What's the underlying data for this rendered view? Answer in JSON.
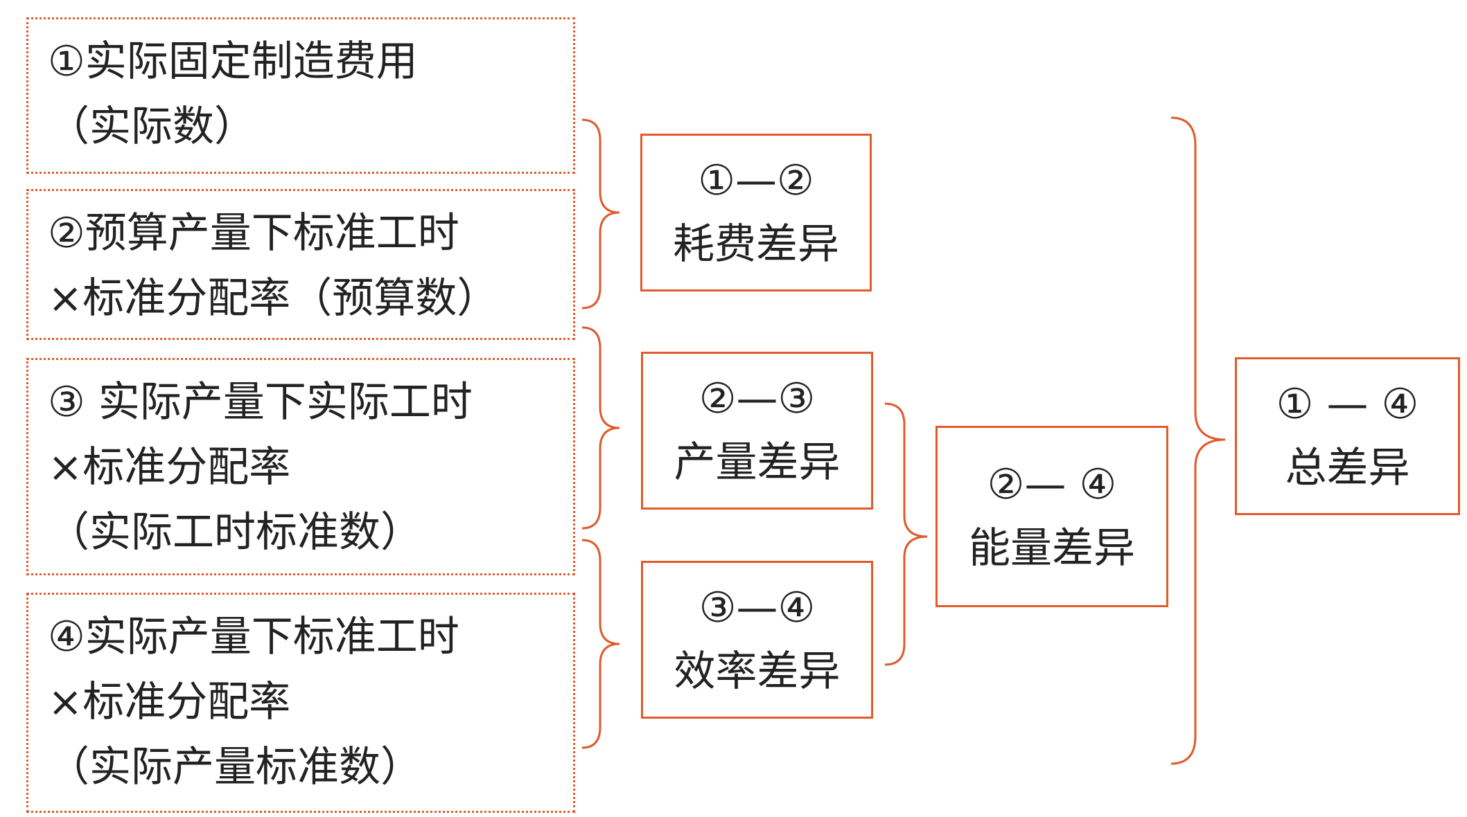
{
  "colors": {
    "accent": "#e05a2a",
    "text": "#222222",
    "background": "#ffffff"
  },
  "sources": [
    {
      "lines": [
        "①实际固定制造费用",
        "（实际数）"
      ]
    },
    {
      "lines": [
        "②预算产量下标准工时",
        "×标准分配率（预算数）"
      ]
    },
    {
      "lines": [
        "③ 实际产量下实际工时",
        "×标准分配率",
        "（实际工时标准数）"
      ]
    },
    {
      "lines": [
        "④实际产量下标准工时",
        "×标准分配率",
        "（实际产量标准数）"
      ]
    }
  ],
  "variances": {
    "spending": {
      "formula": "①—②",
      "label": "耗费差异"
    },
    "output": {
      "formula": "②—③",
      "label": "产量差异"
    },
    "efficiency": {
      "formula": "③—④",
      "label": "效率差异"
    },
    "capacity": {
      "formula": "②— ④",
      "label": "能量差异"
    },
    "total": {
      "formula": "① — ④",
      "label": "总差异"
    }
  }
}
